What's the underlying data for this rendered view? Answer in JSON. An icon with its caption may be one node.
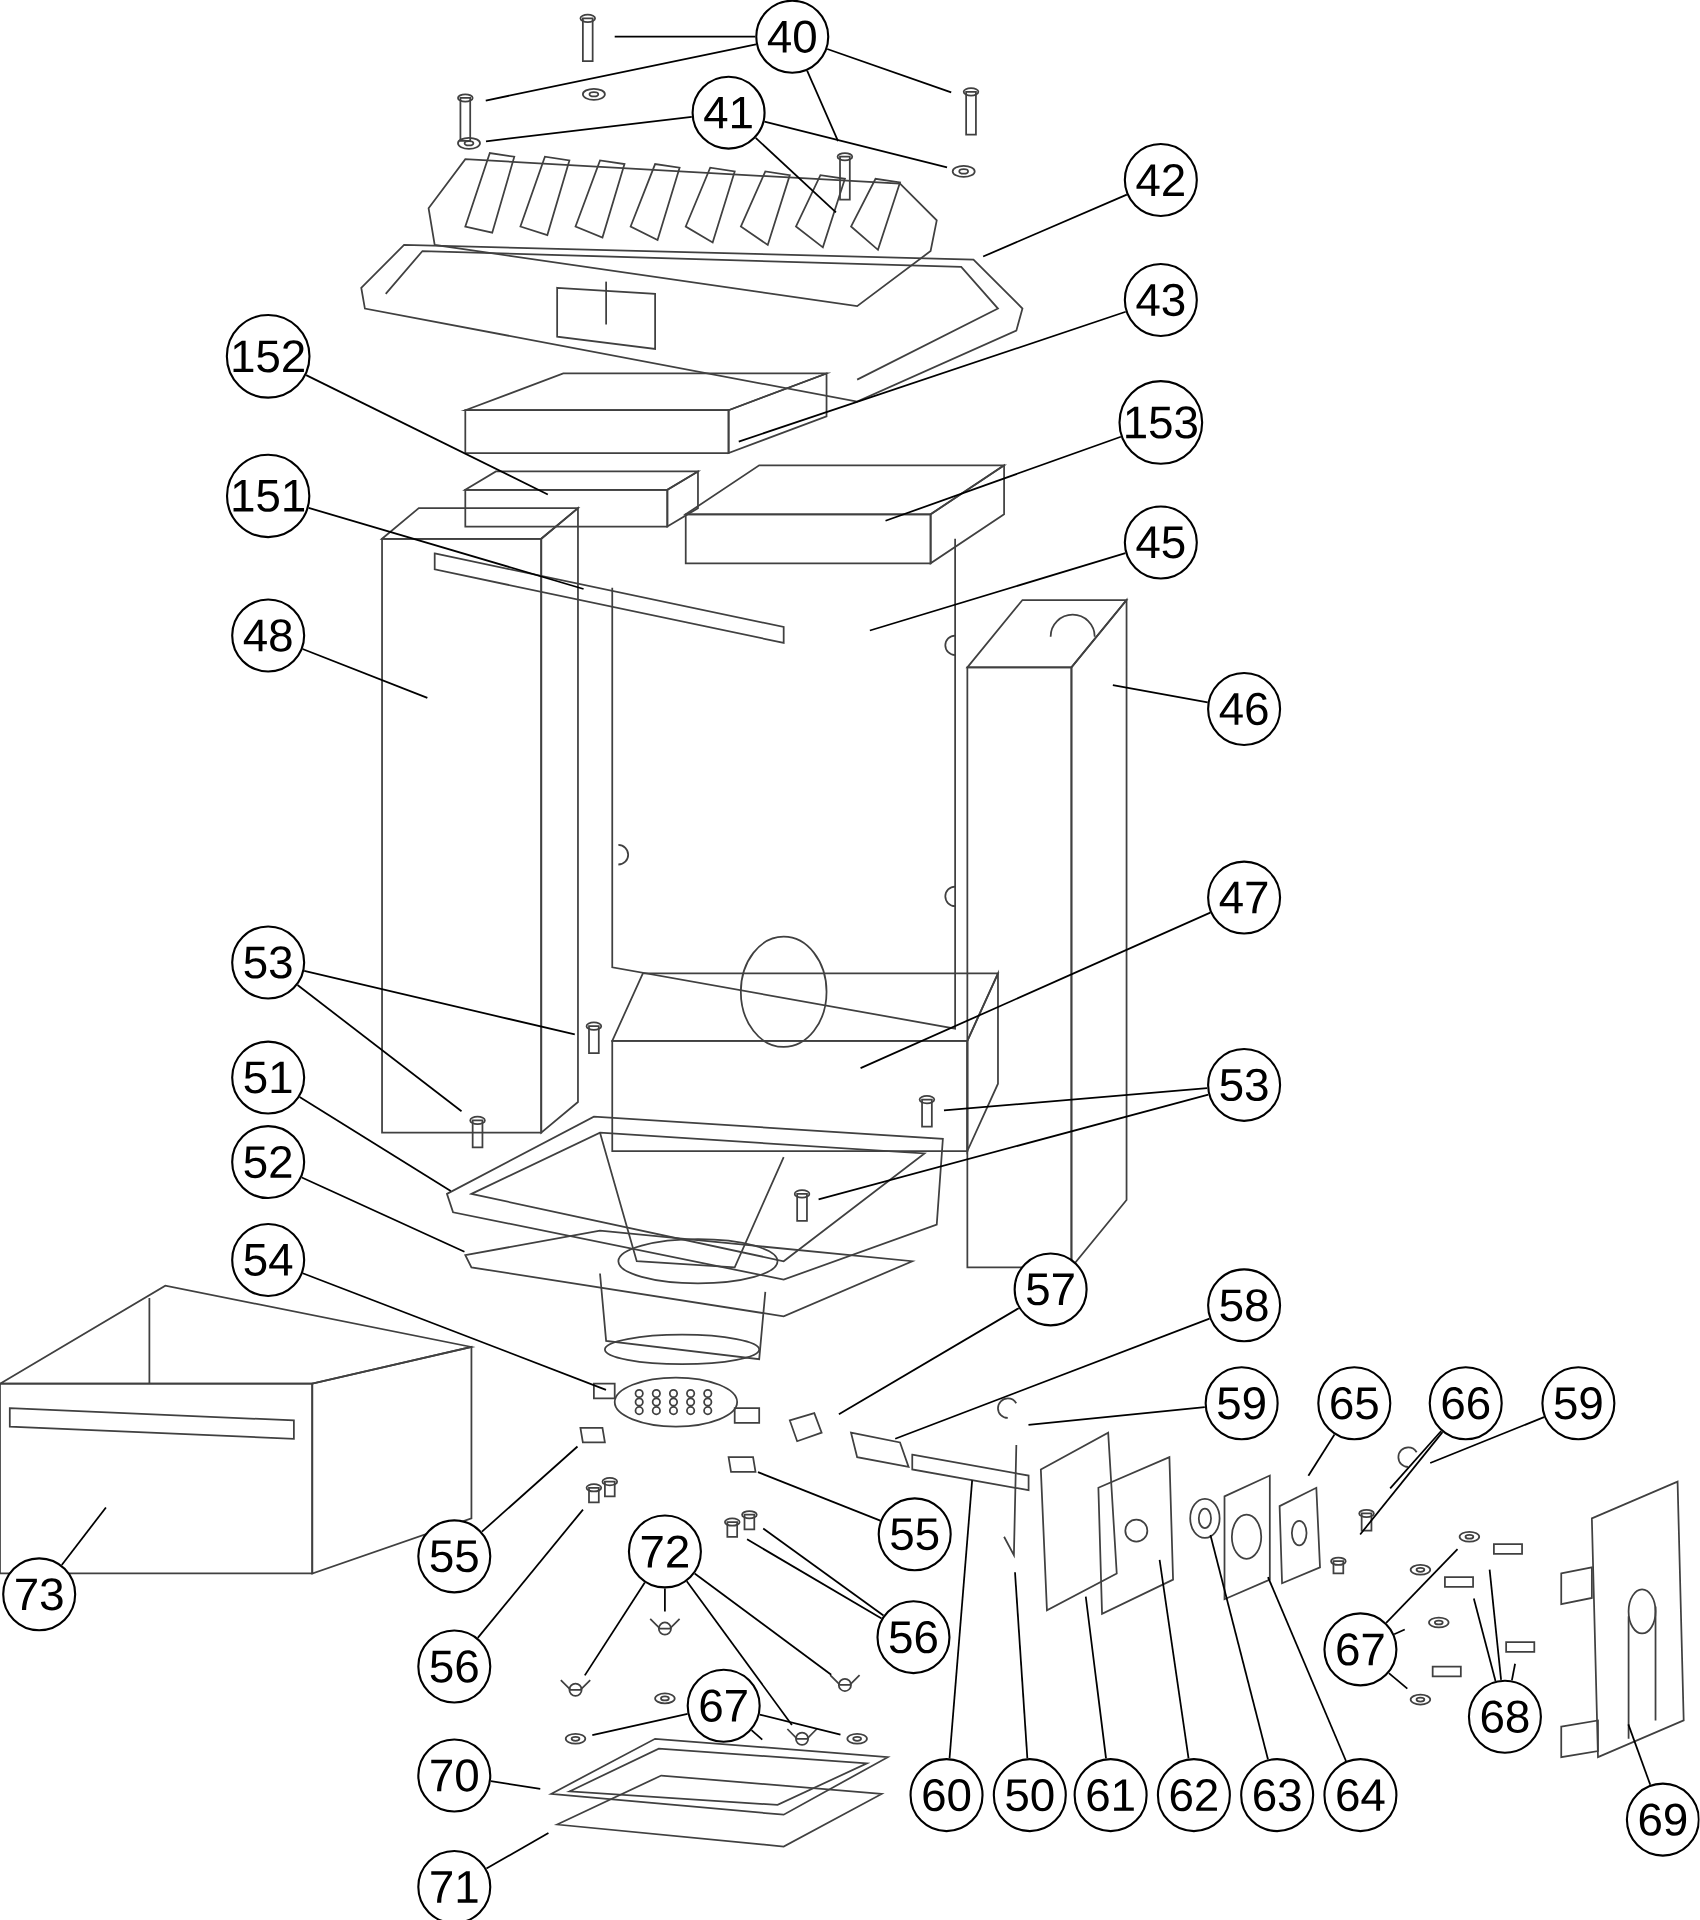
{
  "diagram": {
    "nodes": [
      {
        "text": [
          "40"
        ]
      },
      {
        "text": [
          "41"
        ]
      },
      {
        "text": [
          "42"
        ]
      },
      {
        "text": [
          "43"
        ]
      },
      {
        "text": [
          "152"
        ]
      },
      {
        "text": [
          "153"
        ]
      },
      {
        "text": [
          "151"
        ]
      },
      {
        "text": [
          "45"
        ]
      },
      {
        "text": [
          "48"
        ]
      },
      {
        "text": [
          "46"
        ]
      },
      {
        "text": [
          "47"
        ]
      },
      {
        "text": [
          "53"
        ]
      },
      {
        "text": [
          "51"
        ]
      },
      {
        "text": [
          "53"
        ]
      },
      {
        "text": [
          "52"
        ]
      },
      {
        "text": [
          "54"
        ]
      },
      {
        "text": [
          "57"
        ]
      },
      {
        "text": [
          "58"
        ]
      },
      {
        "text": [
          "59"
        ]
      },
      {
        "text": [
          "65"
        ]
      },
      {
        "text": [
          "66"
        ]
      },
      {
        "text": [
          "59"
        ]
      },
      {
        "text": [
          "55"
        ]
      },
      {
        "text": [
          "72"
        ]
      },
      {
        "text": [
          "55"
        ]
      },
      {
        "text": [
          "73"
        ]
      },
      {
        "text": [
          "56"
        ]
      },
      {
        "text": [
          "67"
        ]
      },
      {
        "text": [
          "56"
        ]
      },
      {
        "text": [
          "67"
        ]
      },
      {
        "text": [
          "68"
        ]
      },
      {
        "text": [
          "70"
        ]
      },
      {
        "text": [
          "60"
        ]
      },
      {
        "text": [
          "50"
        ]
      },
      {
        "text": [
          "61"
        ]
      },
      {
        "text": [
          "62"
        ]
      },
      {
        "text": [
          "63"
        ]
      },
      {
        "text": [
          "64"
        ]
      },
      {
        "text": [
          "69"
        ]
      },
      {
        "text": [
          "71"
        ]
      }
    ],
    "edges": [
      {
        "from": 0,
        "to": null,
        "arrow": "none"
      },
      {
        "from": 0,
        "to": null,
        "arrow": "none"
      },
      {
        "from": 0,
        "to": null,
        "arrow": "none"
      },
      {
        "from": 0,
        "to": null,
        "arrow": "none"
      },
      {
        "from": 1,
        "to": null,
        "arrow": "none"
      },
      {
        "from": 1,
        "to": null,
        "arrow": "none"
      },
      {
        "from": 1,
        "to": null,
        "arrow": "none"
      },
      {
        "from": 2,
        "to": null,
        "arrow": "none"
      },
      {
        "from": 3,
        "to": null,
        "arrow": "none"
      },
      {
        "from": 4,
        "to": null,
        "arrow": "none"
      },
      {
        "from": 5,
        "to": null,
        "arrow": "none"
      },
      {
        "from": 6,
        "to": null,
        "arrow": "none"
      },
      {
        "from": 7,
        "to": null,
        "arrow": "none"
      },
      {
        "from": 8,
        "to": null,
        "arrow": "none"
      },
      {
        "from": 9,
        "to": null,
        "arrow": "none"
      },
      {
        "from": 10,
        "to": null,
        "arrow": "none"
      },
      {
        "from": 11,
        "to": null,
        "arrow": "none"
      },
      {
        "from": 11,
        "to": null,
        "arrow": "none"
      },
      {
        "from": 12,
        "to": null,
        "arrow": "none"
      },
      {
        "from": 13,
        "to": null,
        "arrow": "none"
      },
      {
        "from": 13,
        "to": null,
        "arrow": "none"
      },
      {
        "from": 14,
        "to": null,
        "arrow": "none"
      },
      {
        "from": 15,
        "to": null,
        "arrow": "none"
      },
      {
        "from": 16,
        "to": null,
        "arrow": "none"
      },
      {
        "from": 17,
        "to": null,
        "arrow": "none"
      },
      {
        "from": 18,
        "to": null,
        "arrow": "none"
      },
      {
        "from": 19,
        "to": null,
        "arrow": "none"
      },
      {
        "from": 20,
        "to": null,
        "arrow": "none"
      },
      {
        "from": 20,
        "to": null,
        "arrow": "none"
      },
      {
        "from": 21,
        "to": null,
        "arrow": "none"
      },
      {
        "from": 22,
        "to": null,
        "arrow": "none"
      },
      {
        "from": 23,
        "to": null,
        "arrow": "none"
      },
      {
        "from": 23,
        "to": null,
        "arrow": "none"
      },
      {
        "from": 23,
        "to": null,
        "arrow": "none"
      },
      {
        "from": 23,
        "to": null,
        "arrow": "none"
      },
      {
        "from": 24,
        "to": null,
        "arrow": "none"
      },
      {
        "from": 25,
        "to": null,
        "arrow": "none"
      },
      {
        "from": 26,
        "to": null,
        "arrow": "none"
      },
      {
        "from": 26,
        "to": null,
        "arrow": "none"
      },
      {
        "from": 27,
        "to": null,
        "arrow": "none"
      },
      {
        "from": 27,
        "to": null,
        "arrow": "none"
      },
      {
        "from": 27,
        "to": null,
        "arrow": "none"
      },
      {
        "from": 28,
        "to": null,
        "arrow": "none"
      },
      {
        "from": 29,
        "to": null,
        "arrow": "none"
      },
      {
        "from": 29,
        "to": null,
        "arrow": "none"
      },
      {
        "from": 29,
        "to": null,
        "arrow": "none"
      },
      {
        "from": 30,
        "to": null,
        "arrow": "none"
      },
      {
        "from": 30,
        "to": null,
        "arrow": "none"
      },
      {
        "from": 30,
        "to": null,
        "arrow": "none"
      },
      {
        "from": 31,
        "to": null,
        "arrow": "none"
      },
      {
        "from": 32,
        "to": null,
        "arrow": "none"
      },
      {
        "from": 33,
        "to": null,
        "arrow": "none"
      },
      {
        "from": 34,
        "to": null,
        "arrow": "none"
      },
      {
        "from": 35,
        "to": null,
        "arrow": "none"
      },
      {
        "from": 36,
        "to": null,
        "arrow": "none"
      },
      {
        "from": 37,
        "to": null,
        "arrow": "none"
      },
      {
        "from": 38,
        "to": null,
        "arrow": "none"
      },
      {
        "from": 39,
        "to": null,
        "arrow": "none"
      }
    ]
  }
}
